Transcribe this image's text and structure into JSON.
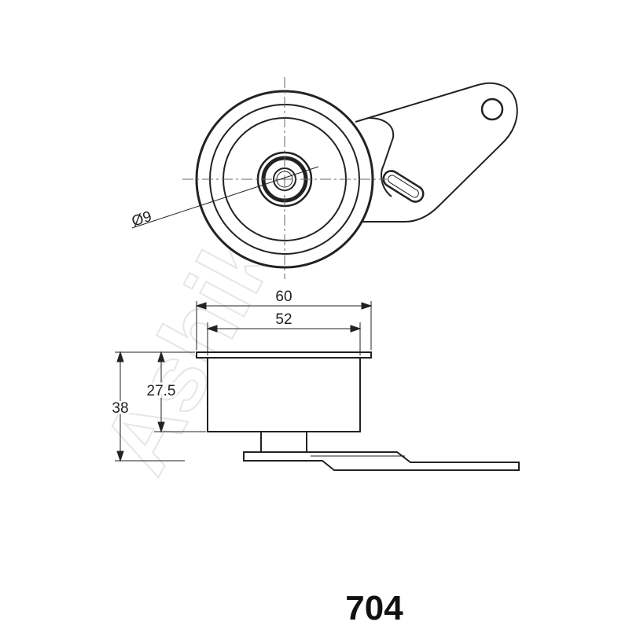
{
  "watermark": "Ashika",
  "part_number": "704",
  "dimensions": {
    "bore": "Ø9",
    "outer_width": "60",
    "inner_width": "52",
    "total_height": "38",
    "roller_height": "27.5"
  }
}
